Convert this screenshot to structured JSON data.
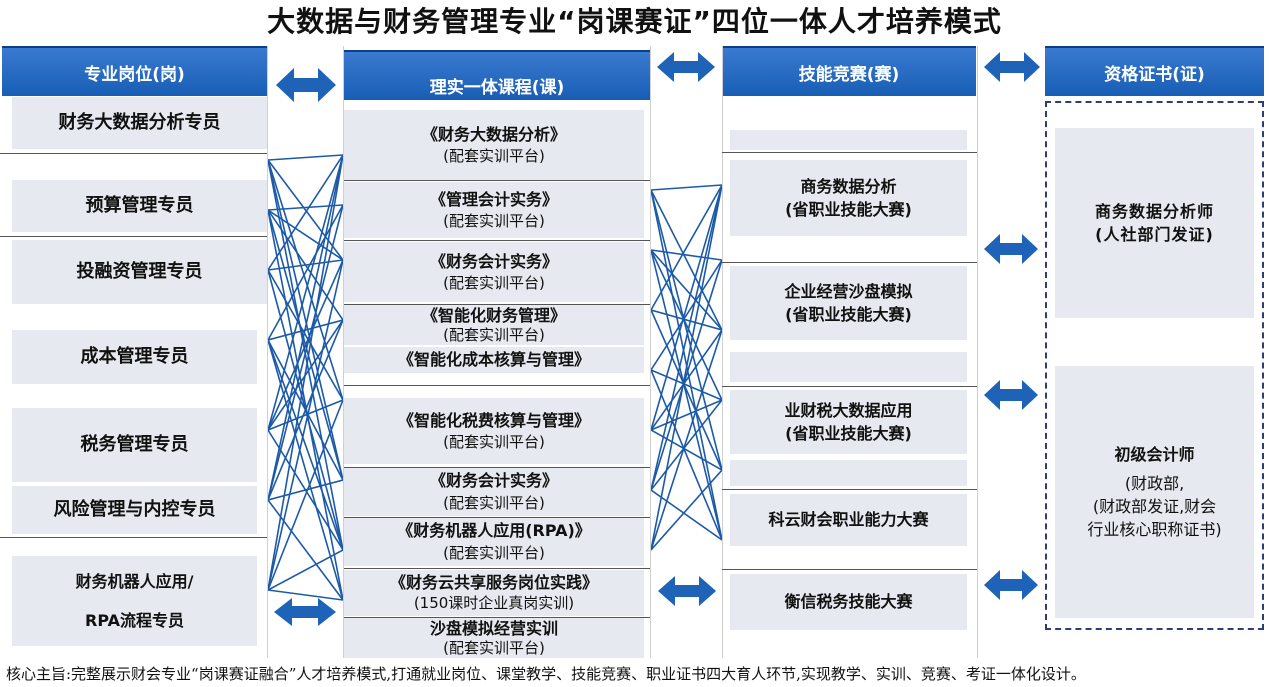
{
  "title": "大数据与财务管理专业“岗课赛证”四位一体人才培养模式",
  "headers": {
    "jobs": "专业岗位(岗)",
    "courses": "理实一体课程(课)",
    "contests": "技能竞赛(赛)",
    "certs": "资格证书(证)"
  },
  "jobs": [
    "财务大数据分析专员",
    "预算管理专员",
    "投融资管理专员",
    "成本管理专员",
    "税务管理专员",
    "风险管理与内控专员",
    "财务机器人应用/",
    "RPA流程专员"
  ],
  "courses": [
    {
      "title": "《财务大数据分析》",
      "sub": "(配套实训平台)"
    },
    {
      "title": "《管理会计实务》",
      "sub": "(配套实训平台)"
    },
    {
      "title": "《财务会计实务》",
      "sub": "(配套实训平台)"
    },
    {
      "title": "《智能化财务管理》",
      "sub": "(配套实训平台)"
    },
    {
      "title": "《智能化成本核算与管理》",
      "sub": ""
    },
    {
      "title": "《智能化税费核算与管理》",
      "sub": "(配套实训平台)"
    },
    {
      "title": "《财务会计实务》",
      "sub": "(配套实训平台)"
    },
    {
      "title": "《财务机器人应用(RPA)》",
      "sub": "(配套实训平台)"
    },
    {
      "title": "《财务云共享服务岗位实践》",
      "sub": "(150课时企业真岗实训)"
    },
    {
      "title": "沙盘模拟经营实训",
      "sub": "(配套实训平台)"
    }
  ],
  "contests": [
    {
      "title": "商务数据分析",
      "sub": "(省职业技能大赛)"
    },
    {
      "title": "企业经营沙盘模拟",
      "sub": "(省职业技能大赛)"
    },
    {
      "title": "业财税大数据应用",
      "sub": "(省职业技能大赛)"
    },
    {
      "title": "科云财会职业能力大赛",
      "sub": ""
    },
    {
      "title": "衡信税务技能大赛",
      "sub": ""
    }
  ],
  "certs": [
    {
      "title": "商务数据分析师",
      "sub": "(人社部门发证)"
    },
    {
      "title": "初级会计师",
      "line2": "(财政部,",
      "line3": "(财政部发证,财会",
      "line4": "行业核心职称证书)"
    }
  ],
  "footer": "核心主旨:完整展示财会专业“岗课赛证融合”人才培养模式,打通就业岗位、课堂教学、技能竞赛、职业证书四大育人环节,实现教学、实训、竞赛、考证一体化设计。",
  "colors": {
    "header": "#1a5fb4",
    "arrow": "#1f63b8",
    "box": "#e6eaf0",
    "lines": "#1c5aa8"
  }
}
